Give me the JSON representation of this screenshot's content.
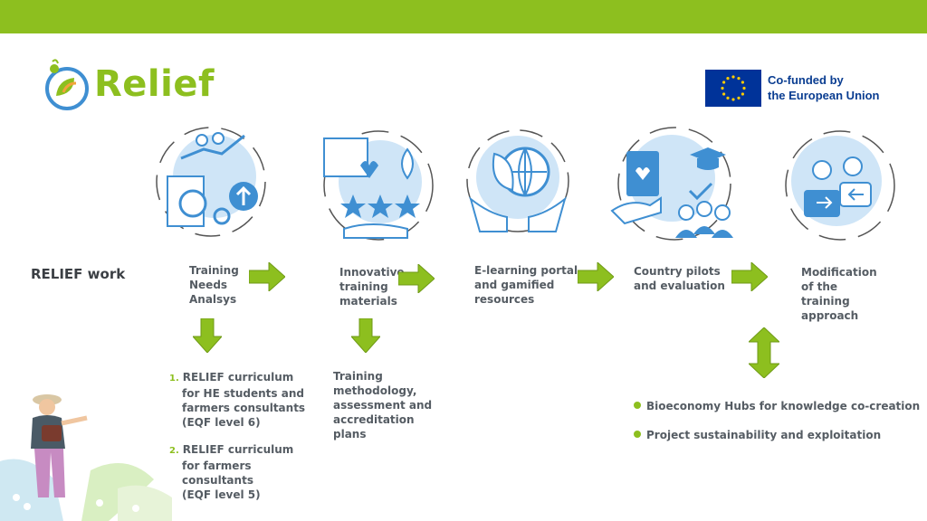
{
  "header": {
    "brand": "Relief",
    "eu_line1": "Co-funded by",
    "eu_line2": "the European Union"
  },
  "side_title": "RELIEF work",
  "stages": [
    {
      "icon": "needs-analysis-icon",
      "lines": [
        "Training",
        "Needs",
        "Analsys"
      ]
    },
    {
      "icon": "training-materials-icon",
      "lines": [
        "Innovative",
        "training",
        "materials"
      ]
    },
    {
      "icon": "elearning-portal-icon",
      "lines": [
        "E-learning portal",
        "and gamified",
        "resources"
      ]
    },
    {
      "icon": "country-pilots-icon",
      "lines": [
        "Country pilots",
        "and evaluation"
      ]
    },
    {
      "icon": "modification-icon",
      "lines": [
        "Modification",
        "of the",
        "training",
        "approach"
      ]
    }
  ],
  "curricula": [
    {
      "number": "1.",
      "lines": [
        "RELIEF curriculum",
        "for HE students and",
        "farmers consultants",
        "(EQF level 6)"
      ]
    },
    {
      "number": "2.",
      "lines": [
        "RELIEF curriculum",
        "for farmers",
        "consultants",
        "(EQF level 5)"
      ]
    }
  ],
  "methodology": [
    "Training",
    "methodology,",
    "assessment and",
    "accreditation",
    "plans"
  ],
  "outcomes": [
    "Bioeconomy Hubs for knowledge co-creation",
    "Project sustainability and exploitation"
  ],
  "colors": {
    "accent": "#8dbf1f",
    "icon_blue": "#3f8fd2",
    "icon_light": "#cfe5f7",
    "text": "#555c63",
    "eu_blue": "#003399",
    "eu_star": "#ffcc00"
  }
}
